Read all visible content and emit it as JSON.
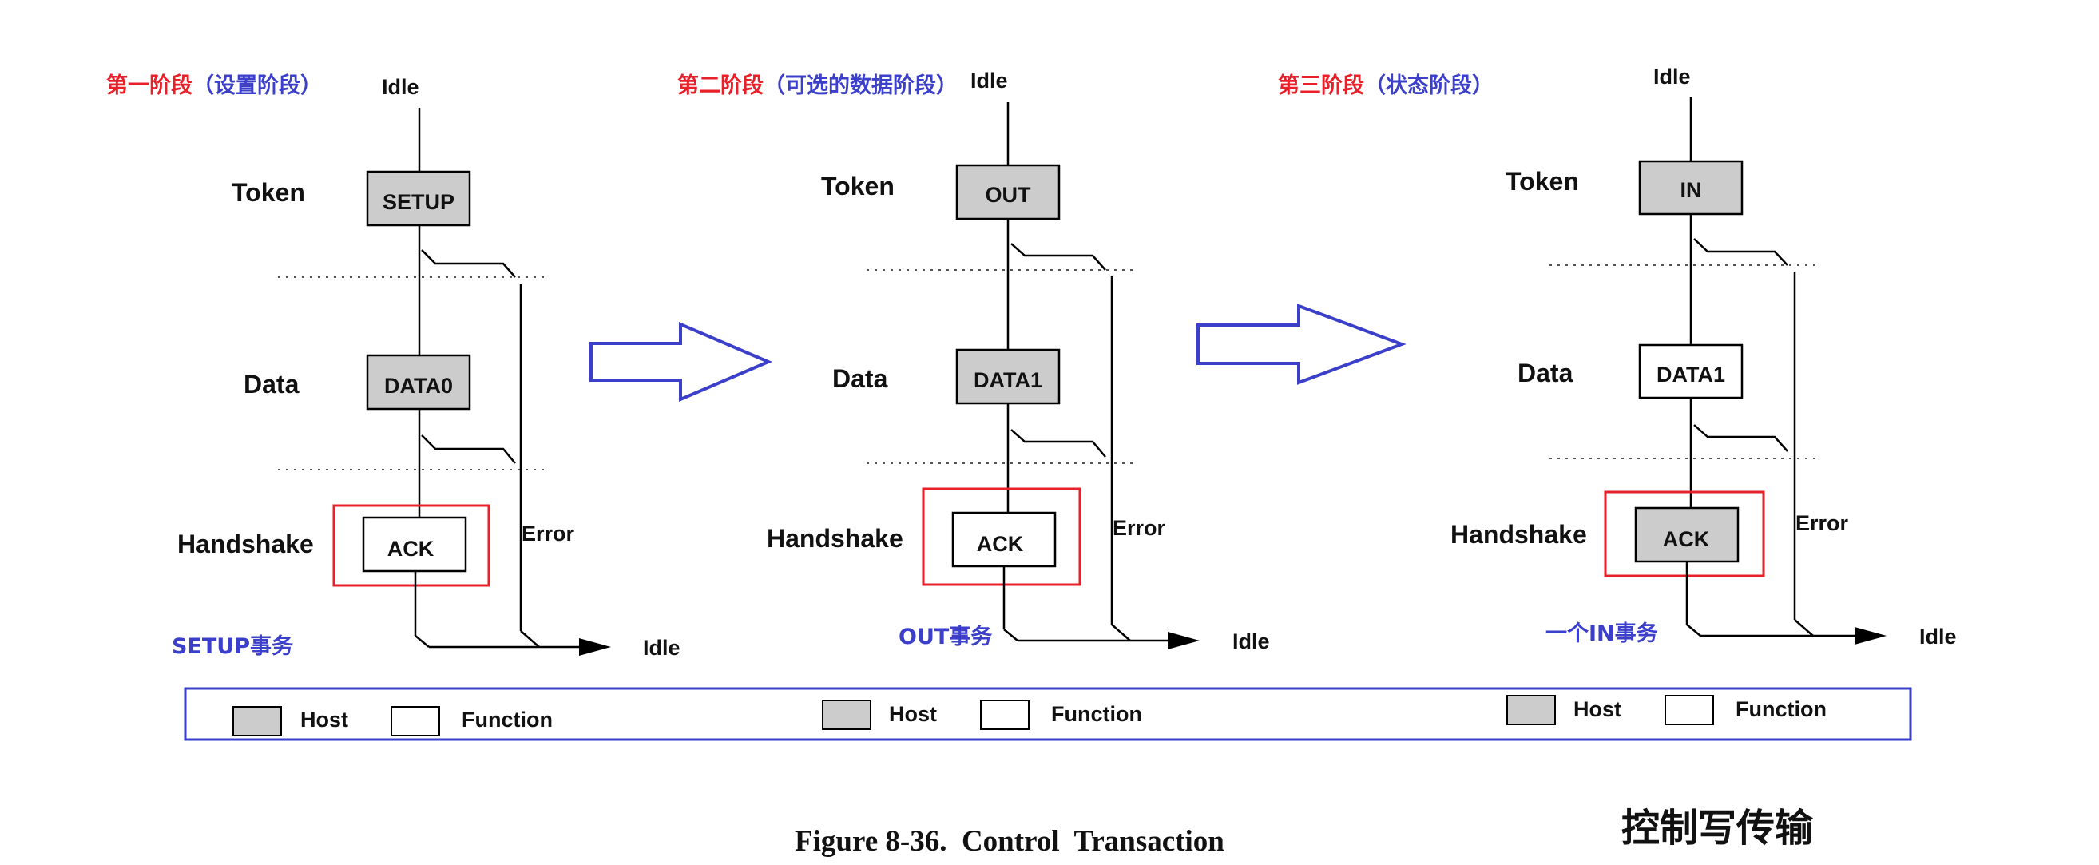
{
  "colors": {
    "stage_title": "#e8202a",
    "stage_paren": "#3b3fc9",
    "transaction_label": "#3b3fc9",
    "host_fill": "#cccccc",
    "highlight_box": "#e8202a",
    "arrow_outline": "#3b3fc9",
    "legend_border": "#3b3fc9"
  },
  "stages": [
    {
      "title_main": "第一阶段",
      "title_paren": "（设置阶段）",
      "idle_top": "Idle",
      "idle_end": "Idle",
      "error": "Error",
      "transaction_label": "SETUP事务",
      "rows": {
        "token": "Token",
        "data": "Data",
        "handshake": "Handshake"
      },
      "packets": {
        "token": "SETUP",
        "data": "DATA0",
        "handshake": "ACK"
      },
      "sources": {
        "token": "host",
        "data": "host",
        "handshake": "function"
      }
    },
    {
      "title_main": "第二阶段",
      "title_paren": "（可选的数据阶段）",
      "idle_top": "Idle",
      "idle_end": "Idle",
      "error": "Error",
      "transaction_label": "OUT事务",
      "rows": {
        "token": "Token",
        "data": "Data",
        "handshake": "Handshake"
      },
      "packets": {
        "token": "OUT",
        "data": "DATA1",
        "handshake": "ACK"
      },
      "sources": {
        "token": "host",
        "data": "host",
        "handshake": "function"
      }
    },
    {
      "title_main": "第三阶段",
      "title_paren": "（状态阶段）",
      "idle_top": "Idle",
      "idle_end": "Idle",
      "error": "Error",
      "transaction_label": "一个IN事务",
      "rows": {
        "token": "Token",
        "data": "Data",
        "handshake": "Handshake"
      },
      "packets": {
        "token": "IN",
        "data": "DATA1",
        "handshake": "ACK"
      },
      "sources": {
        "token": "host",
        "data": "function",
        "handshake": "host"
      }
    }
  ],
  "legend": [
    {
      "host": "Host",
      "function": "Function"
    },
    {
      "host": "Host",
      "function": "Function"
    },
    {
      "host": "Host",
      "function": "Function"
    }
  ],
  "figure_caption": "Figure 8-36.  Control  Transaction",
  "chinese_caption": "控制写传输",
  "icons": {
    "stage_arrow": "right-block-arrow-icon"
  }
}
